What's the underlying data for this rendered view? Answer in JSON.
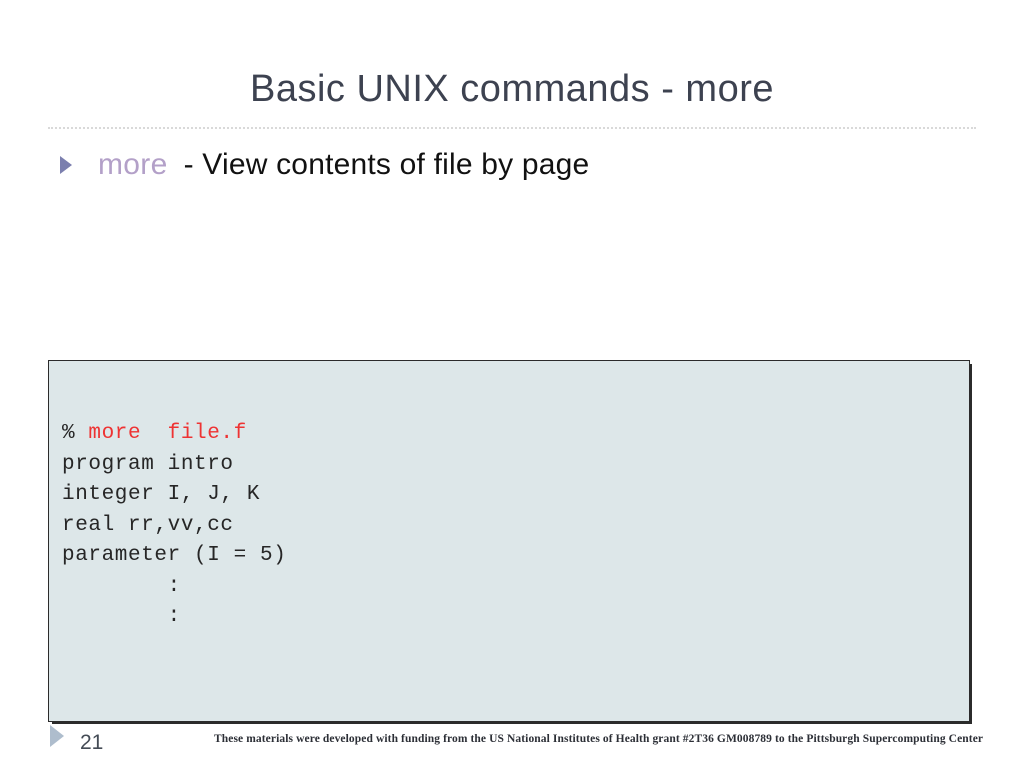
{
  "slide": {
    "title": "Basic UNIX commands - more",
    "page_number": "21"
  },
  "bullet": {
    "arrow_icon": "triangle-right-icon",
    "command": "more",
    "description": "- View contents of file by page"
  },
  "code_block": {
    "background_color": "#dde7e9",
    "border_color": "#2b2b2b",
    "prompt_symbol": "% ",
    "command_line": "more  file.f",
    "output_lines": [
      "program intro",
      "integer I, J, K",
      "real rr,vv,cc",
      "parameter (I = 5)",
      "        :",
      "        :"
    ]
  },
  "footer": {
    "arrow_icon": "triangle-right-icon",
    "funding_note": "These materials were developed with funding from the US National Institutes of Health grant #2T36 GM008789 to the Pittsburgh Supercomputing Center"
  },
  "colors": {
    "title": "#3d4250",
    "command_accent": "#b3a0c8",
    "code_accent_red": "#ee3333",
    "bullet_arrow": "#7b7fae",
    "footer_arrow": "#aebdcd"
  }
}
